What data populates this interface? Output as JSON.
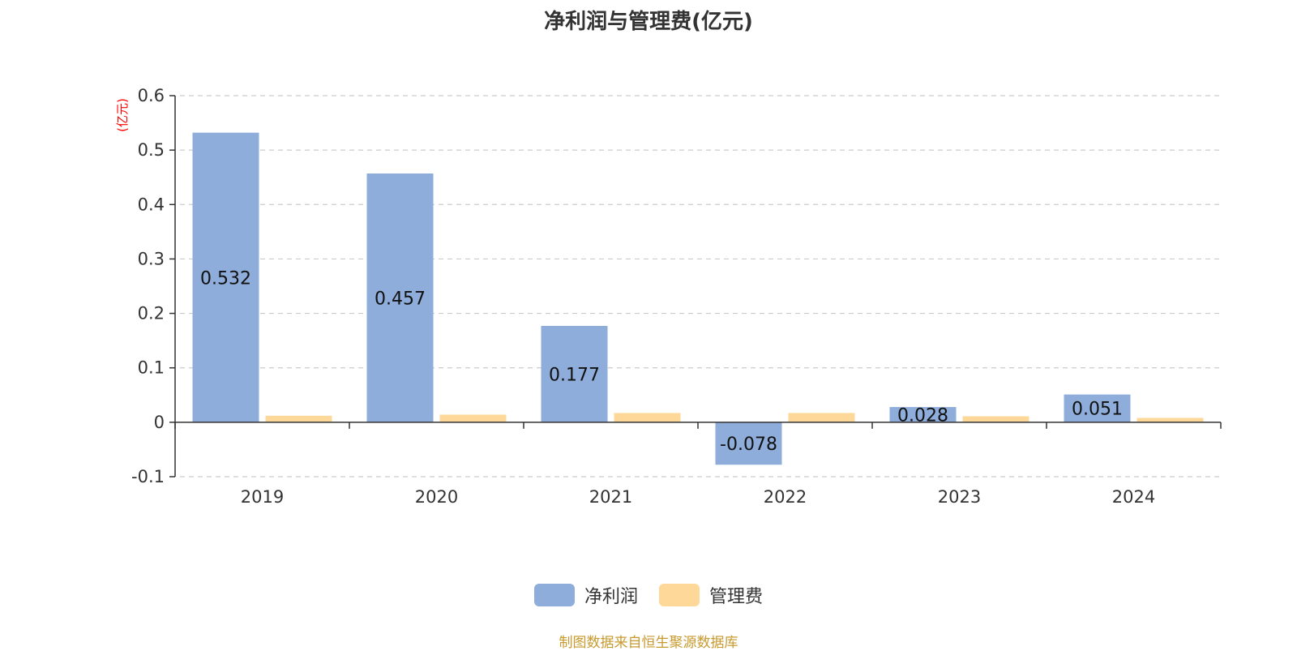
{
  "chart_data": {
    "type": "bar",
    "title": "净利润与管理费(亿元)",
    "ylabel": "(亿元)",
    "categories": [
      "2019",
      "2020",
      "2021",
      "2022",
      "2023",
      "2024"
    ],
    "series": [
      {
        "name": "净利润",
        "values": [
          0.532,
          0.457,
          0.177,
          -0.078,
          0.028,
          0.051
        ],
        "labels": [
          "0.532",
          "0.457",
          "0.177",
          "-0.078",
          "0.028",
          "0.051"
        ],
        "color": "#8eadda"
      },
      {
        "name": "管理费",
        "values": [
          0.012,
          0.014,
          0.017,
          0.017,
          0.011,
          0.008
        ],
        "color": "#fdd898"
      }
    ],
    "ylim": [
      -0.1,
      0.6
    ],
    "yticks": [
      0.6,
      0.5,
      0.4,
      0.3,
      0.2,
      0.1,
      0,
      -0.1
    ],
    "ytick_labels": [
      "0.6",
      "0.5",
      "0.4",
      "0.3",
      "0.2",
      "0.1",
      "0",
      "-0.1"
    ],
    "grid": true,
    "legend_position": "bottom-center"
  },
  "colors": {
    "axis": "#333333",
    "grid": "#cccccc",
    "ylabel": "#ff0000",
    "source": "#c89a2e"
  },
  "source_note": "制图数据来自恒生聚源数据库"
}
